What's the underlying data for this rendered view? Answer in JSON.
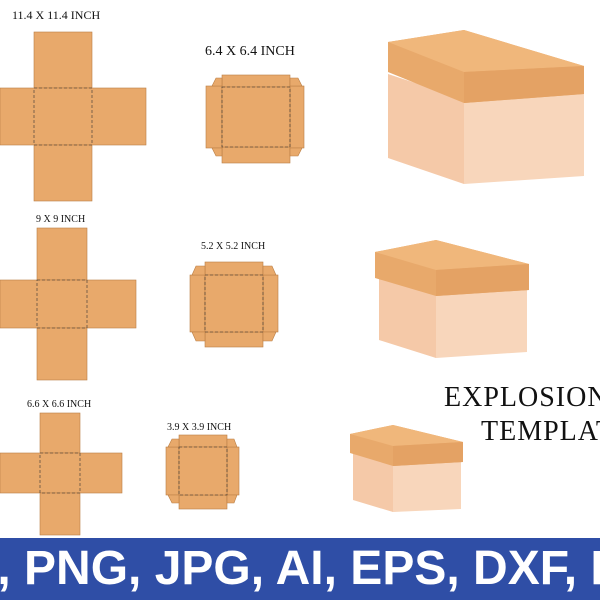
{
  "labels": {
    "t1": "11.4 X 11.4 INCH",
    "t2": "6.4 X 6.4 INCH",
    "t3": "9 X 9 INCH",
    "t4": "5.2 X 5.2 INCH",
    "t5": "6.6 X 6.6 INCH",
    "t6": "3.9 X 3.9 INCH"
  },
  "headline": {
    "line1": "EXPLOSION",
    "line2": "TEMPLAT"
  },
  "banner": {
    "text": "G, PNG, JPG, AI, EPS, DXF, P"
  },
  "colors": {
    "template": "#e8a96b",
    "box_side": "#f8d3b5",
    "box_lid": "#e8a96b",
    "banner": "#2f4ea6"
  }
}
